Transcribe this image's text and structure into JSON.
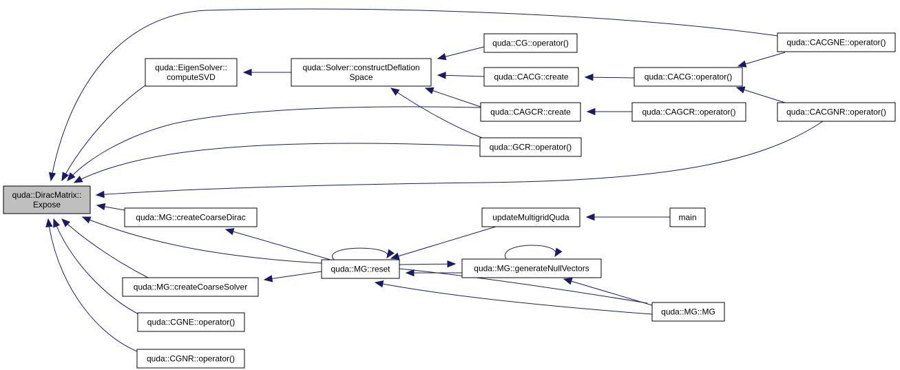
{
  "diagram": {
    "type": "call-graph",
    "colors": {
      "edge": "#191970",
      "node_fill": "#ffffff",
      "root_fill": "#bfbfbf",
      "border": "#000000"
    },
    "nodes": [
      {
        "id": "expose",
        "lines": [
          "quda::DiracMatrix::",
          "Expose"
        ],
        "root": true
      },
      {
        "id": "computeSVD",
        "lines": [
          "quda::EigenSolver::",
          "computeSVD"
        ]
      },
      {
        "id": "constructDeflationSpace",
        "lines": [
          "quda::Solver::constructDeflation",
          "Space"
        ]
      },
      {
        "id": "cg_op",
        "lines": [
          "quda::CG::operator()"
        ]
      },
      {
        "id": "cacg_create",
        "lines": [
          "quda::CACG::create"
        ]
      },
      {
        "id": "cacg_op",
        "lines": [
          "quda::CACG::operator()"
        ]
      },
      {
        "id": "cacgne_op",
        "lines": [
          "quda::CACGNE::operator()"
        ]
      },
      {
        "id": "cacgnr_op",
        "lines": [
          "quda::CACGNR::operator()"
        ]
      },
      {
        "id": "cagcr_create",
        "lines": [
          "quda::CAGCR::create"
        ]
      },
      {
        "id": "cagcr_op",
        "lines": [
          "quda::CAGCR::operator()"
        ]
      },
      {
        "id": "gcr_op",
        "lines": [
          "quda::GCR::operator()"
        ]
      },
      {
        "id": "mg_createCoarseDirac",
        "lines": [
          "quda::MG::createCoarseDirac"
        ]
      },
      {
        "id": "mg_reset",
        "lines": [
          "quda::MG::reset"
        ]
      },
      {
        "id": "updateMultigridQuda",
        "lines": [
          "updateMultigridQuda"
        ]
      },
      {
        "id": "main",
        "lines": [
          "main"
        ]
      },
      {
        "id": "mg_generateNullVectors",
        "lines": [
          "quda::MG::generateNullVectors"
        ]
      },
      {
        "id": "mg_createCoarseSolver",
        "lines": [
          "quda::MG::createCoarseSolver"
        ]
      },
      {
        "id": "mg_mg",
        "lines": [
          "quda::MG::MG"
        ]
      },
      {
        "id": "cgne_op",
        "lines": [
          "quda::CGNE::operator()"
        ]
      },
      {
        "id": "cgnr_op",
        "lines": [
          "quda::CGNR::operator()"
        ]
      }
    ],
    "edges": [
      {
        "from": "computeSVD",
        "to": "expose"
      },
      {
        "from": "constructDeflationSpace",
        "to": "computeSVD"
      },
      {
        "from": "cg_op",
        "to": "constructDeflationSpace"
      },
      {
        "from": "cacg_create",
        "to": "constructDeflationSpace"
      },
      {
        "from": "cagcr_create",
        "to": "constructDeflationSpace"
      },
      {
        "from": "gcr_op",
        "to": "constructDeflationSpace"
      },
      {
        "from": "cacg_op",
        "to": "cacg_create"
      },
      {
        "from": "cacgne_op",
        "to": "cacg_op"
      },
      {
        "from": "cacgnr_op",
        "to": "cacg_op"
      },
      {
        "from": "cacgne_op",
        "to": "expose"
      },
      {
        "from": "cacgnr_op",
        "to": "expose"
      },
      {
        "from": "cagcr_create",
        "to": "expose"
      },
      {
        "from": "cagcr_op",
        "to": "cagcr_create"
      },
      {
        "from": "gcr_op",
        "to": "expose"
      },
      {
        "from": "mg_createCoarseDirac",
        "to": "expose"
      },
      {
        "from": "mg_reset",
        "to": "mg_createCoarseDirac"
      },
      {
        "from": "mg_reset",
        "to": "expose"
      },
      {
        "from": "mg_reset",
        "to": "mg_reset"
      },
      {
        "from": "mg_reset",
        "to": "mg_createCoarseSolver"
      },
      {
        "from": "mg_reset",
        "to": "mg_generateNullVectors"
      },
      {
        "from": "mg_generateNullVectors",
        "to": "mg_reset"
      },
      {
        "from": "mg_generateNullVectors",
        "to": "mg_generateNullVectors"
      },
      {
        "from": "mg_mg",
        "to": "mg_reset"
      },
      {
        "from": "mg_mg",
        "to": "mg_generateNullVectors"
      },
      {
        "from": "updateMultigridQuda",
        "to": "mg_reset"
      },
      {
        "from": "main",
        "to": "updateMultigridQuda"
      },
      {
        "from": "mg_createCoarseSolver",
        "to": "expose"
      },
      {
        "from": "cgne_op",
        "to": "expose"
      },
      {
        "from": "cgnr_op",
        "to": "expose"
      }
    ]
  }
}
